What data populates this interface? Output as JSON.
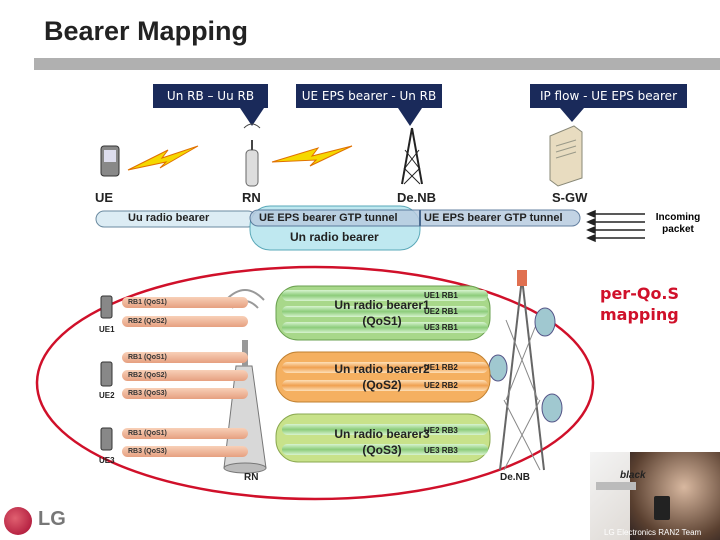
{
  "title": "Bearer Mapping",
  "callouts": [
    {
      "label": "Un RB – Uu RB"
    },
    {
      "label": "UE EPS bearer - Un RB"
    },
    {
      "label": "IP flow - UE EPS bearer"
    }
  ],
  "nodes": {
    "ue": "UE",
    "rn": "RN",
    "denb": "De.NB",
    "sgw": "S-GW"
  },
  "top_tunnel": {
    "uu_radio_bearer": "Uu radio bearer",
    "gtp_tunnel_1": "UE EPS bearer GTP tunnel",
    "gtp_tunnel_2": "UE EPS bearer GTP tunnel",
    "un_radio_bearer": "Un radio bearer",
    "incoming_packet": "Incoming packet"
  },
  "ue_groups": [
    {
      "label": "UE1",
      "rbs": [
        "RB1 (QoS1)",
        "RB2 (QoS2)"
      ]
    },
    {
      "label": "UE2",
      "rbs": [
        "RB1 (QoS1)",
        "RB2 (QoS2)",
        "RB3 (QoS3)"
      ]
    },
    {
      "label": "UE3",
      "rbs": [
        "RB1 (QoS1)",
        "RB3 (QoS3)"
      ]
    }
  ],
  "un_bearers": [
    {
      "name": "Un radio bearer1",
      "qos": "(QoS1)",
      "rbs": [
        "UE1 RB1",
        "UE2 RB1",
        "UE3 RB1"
      ],
      "color": "#a8d88a"
    },
    {
      "name": "Un radio bearer2",
      "qos": "(QoS2)",
      "rbs": [
        "UE1 RB2",
        "UE2 RB2"
      ],
      "color": "#f5b060"
    },
    {
      "name": "Un radio bearer3",
      "qos": "(QoS3)",
      "rbs": [
        "UE2 RB3",
        "UE3 RB3"
      ],
      "color": "#c8e28a"
    }
  ],
  "bottom_labels": {
    "rn": "RN",
    "denb": "De.NB"
  },
  "per_qos_mapping": "per-Qo.S mapping",
  "logo": "LG",
  "ad_brand": "black",
  "footer": "LG Electronics RAN2 Team",
  "colors": {
    "callout_bg": "#1a2a5a",
    "highlight": "#d0102a",
    "tunnel": "#bfe8f0"
  }
}
